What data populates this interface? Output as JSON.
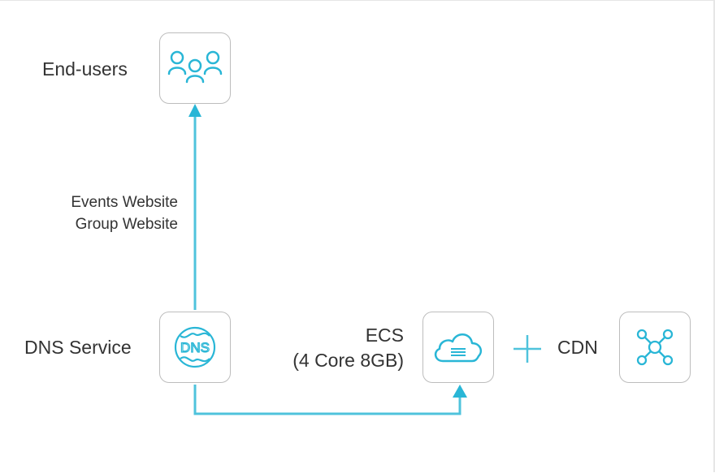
{
  "diagram": {
    "nodes": {
      "end_users": {
        "label": "End-users",
        "icon": "users-icon"
      },
      "dns": {
        "label": "DNS Service",
        "icon": "dns-globe-icon",
        "icon_text": "DNS"
      },
      "ecs": {
        "label_line1": "ECS",
        "label_line2": "(4 Core 8GB)",
        "icon": "cloud-server-icon"
      },
      "cdn": {
        "label": "CDN",
        "icon": "network-hub-icon"
      }
    },
    "edges": [
      {
        "from": "DNS Service",
        "to": "End-users",
        "label_line1": "Events Website",
        "label_line2": "Group Website"
      },
      {
        "from": "DNS Service",
        "to": "ECS"
      }
    ],
    "combine_symbol": "+",
    "colors": {
      "accent": "#29b6d6",
      "border": "#bdbdbd",
      "text": "#333333"
    }
  }
}
